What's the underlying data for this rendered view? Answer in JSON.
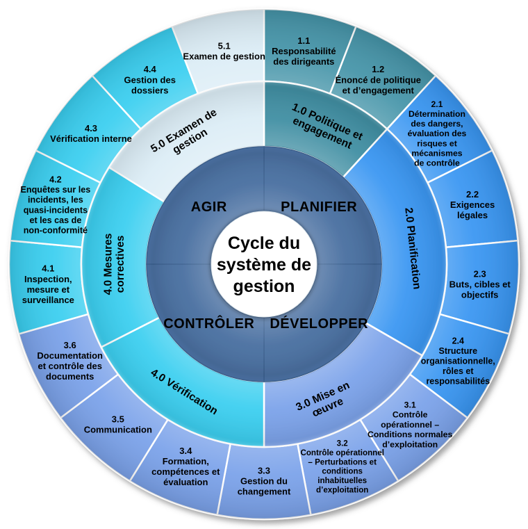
{
  "title": "Cycle du système de gestion",
  "background": "#ffffff",
  "colors": {
    "phase1": "#418FA3",
    "phase1_outer": "#4896AA",
    "phase2": "#3B97F2",
    "phase3": "#7CA3EA",
    "phase4": "#3CCFF0",
    "phase5": "#DCEDF6",
    "inner_quadrant": "#4A70A1",
    "seam": "#FFFFFF",
    "text": "#000000",
    "center_bg": "#FFFFFF"
  },
  "center": {
    "lines": [
      "Cycle du",
      "système de",
      "gestion"
    ]
  },
  "quadrants": [
    {
      "label": "PLANIFIER",
      "angle": 45
    },
    {
      "label": "DÉVELOPPER",
      "angle": 135
    },
    {
      "label": "CONTRÔLER",
      "angle": 225
    },
    {
      "label": "AGIR",
      "angle": 315
    }
  ],
  "middle_ring": [
    {
      "id": "1.0",
      "lines": [
        "1.0 Politique et",
        "engagement"
      ],
      "start": 0,
      "end": 42.35,
      "label_angle": 24,
      "color_key": "phase1"
    },
    {
      "id": "2.0",
      "lines": [
        "2.0 Planification"
      ],
      "start": 42.35,
      "end": 120,
      "label_angle": 84,
      "color_key": "phase2"
    },
    {
      "id": "3.0",
      "lines": [
        "3.0 Mise en",
        "œuvre"
      ],
      "start": 120,
      "end": 180,
      "label_angle": 156,
      "color_key": "phase3"
    },
    {
      "id": "4.0-verification",
      "lines": [
        "4.0 Vérification"
      ],
      "start": 180,
      "end": 243,
      "label_angle": 212,
      "color_key": "phase4"
    },
    {
      "id": "4.0-mesures",
      "lines": [
        "4.0 Mesures",
        "correctives"
      ],
      "start": 243,
      "end": 302,
      "label_angle": 270,
      "color_key": "phase4"
    },
    {
      "id": "5.0",
      "lines": [
        "5.0 Examen de",
        "gestion"
      ],
      "start": 302,
      "end": 360,
      "label_angle": 329,
      "color_key": "phase5"
    }
  ],
  "outer_ring": [
    {
      "id": "1.1",
      "lines": [
        "1.1",
        "Responsabilité",
        "des dirigeants"
      ],
      "color_key": "phase1_outer"
    },
    {
      "id": "1.2",
      "lines": [
        "1.2",
        "Énoncé de politique",
        "et d’engagement"
      ],
      "color_key": "phase1_outer"
    },
    {
      "id": "2.1",
      "lines": [
        "2.1",
        "Détermination",
        "des dangers,",
        "évaluation des",
        "risques et",
        "mécanismes",
        "de contrôle"
      ],
      "color_key": "phase2"
    },
    {
      "id": "2.2",
      "lines": [
        "2.2",
        "Exigences",
        "légales"
      ],
      "color_key": "phase2"
    },
    {
      "id": "2.3",
      "lines": [
        "2.3",
        "Buts, cibles et",
        "objectifs"
      ],
      "color_key": "phase2"
    },
    {
      "id": "2.4",
      "lines": [
        "2.4",
        "Structure",
        "organisationnelle,",
        "rôles et",
        "responsabilités"
      ],
      "color_key": "phase2"
    },
    {
      "id": "3.1",
      "lines": [
        "3.1",
        "Contrôle",
        "opérationnel –",
        "Conditions normales",
        "d’exploitation"
      ],
      "color_key": "phase3"
    },
    {
      "id": "3.2",
      "lines": [
        "3.2",
        "Contrôle opérationnel",
        "– Perturbations et",
        "conditions",
        "inhabituelles",
        "d’exploitation"
      ],
      "color_key": "phase3"
    },
    {
      "id": "3.3",
      "lines": [
        "3.3",
        "Gestion du",
        "changement"
      ],
      "color_key": "phase3"
    },
    {
      "id": "3.4",
      "lines": [
        "3.4",
        "Formation,",
        "compétences et",
        "évaluation"
      ],
      "color_key": "phase3"
    },
    {
      "id": "3.5",
      "lines": [
        "3.5",
        "Communication"
      ],
      "color_key": "phase3"
    },
    {
      "id": "3.6",
      "lines": [
        "3.6",
        "Documentation",
        "et contrôle des",
        "documents"
      ],
      "color_key": "phase3"
    },
    {
      "id": "4.1",
      "lines": [
        "4.1",
        "Inspection,",
        "mesure et",
        "surveillance"
      ],
      "color_key": "phase4"
    },
    {
      "id": "4.2",
      "lines": [
        "4.2",
        "Enquêtes sur les",
        "incidents, les",
        "quasi-incidents",
        "et les cas de",
        "non-conformité"
      ],
      "color_key": "phase4"
    },
    {
      "id": "4.3",
      "lines": [
        "4.3",
        "Vérification interne"
      ],
      "color_key": "phase4"
    },
    {
      "id": "4.4",
      "lines": [
        "4.4",
        "Gestion des",
        "dossiers"
      ],
      "color_key": "phase4"
    },
    {
      "id": "5.1",
      "lines": [
        "5.1",
        "Examen de gestion"
      ],
      "color_key": "phase5"
    }
  ]
}
